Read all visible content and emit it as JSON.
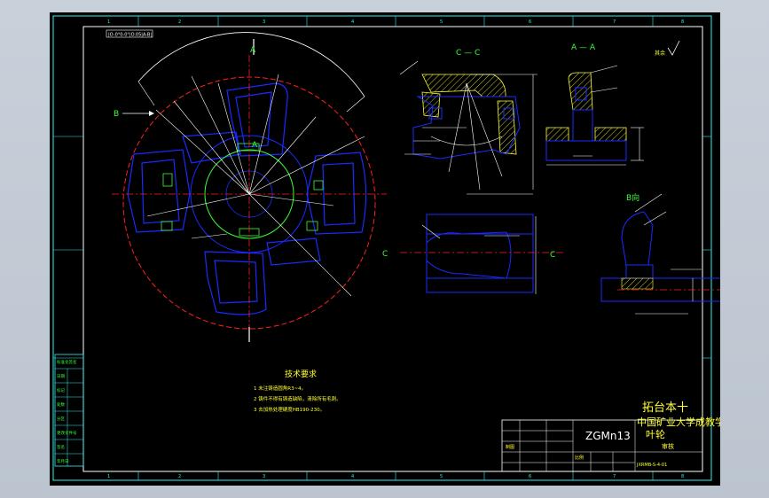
{
  "drawing": {
    "colors": {
      "background": "#000000",
      "frame": "#2df0f0",
      "outline": "#1a2bff",
      "center_line": "#ff2020",
      "dimension": "#ffffff",
      "text": "#38ff38",
      "hatch": "#ffff30",
      "inner_circle": "#38ff38"
    },
    "zone_numbers_top": [
      "1",
      "2",
      "3",
      "4",
      "5",
      "6",
      "7",
      "8"
    ],
    "zone_numbers_bottom": [
      "1",
      "2",
      "3",
      "4",
      "5",
      "6",
      "7",
      "8"
    ],
    "views": {
      "section_a_label": "A",
      "section_cc_label": "C — C",
      "section_aa_label": "A — A",
      "view_b_label": "B向",
      "arrow_b_label": "B",
      "cut_c_left": "C",
      "cut_c_right": "C",
      "roughness_note": "其余",
      "top_left_note": "|O-0°0-0°|O.05|A-B|"
    },
    "tech_requirements": {
      "title": "技术要求",
      "items": [
        "1 未注铸造圆角R3~4。",
        "2 铸件不得有铸造缺陷，清除所有毛刺。",
        "3 去加热处理硬度HB190-230。"
      ]
    },
    "title_block": {
      "material": "ZGMn13",
      "company_line1": "拓台本十",
      "company_line2": "中国矿业大学成教学院",
      "part_name": "叶轮",
      "drawing_no": "JXRMB-S-4-01",
      "scale_label": "比例",
      "drawn_label": "制图",
      "checked_label": "审核"
    },
    "side_table": [
      "标准化签名",
      "日期",
      "标记",
      "处数",
      "分区",
      "更改文件号",
      "签名",
      "年月日"
    ]
  }
}
